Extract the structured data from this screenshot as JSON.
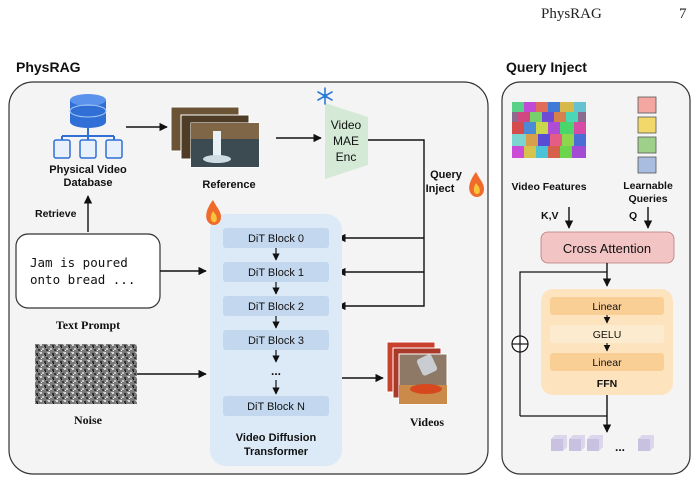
{
  "header": {
    "running_title": "PhysRAG",
    "page_number": "7"
  },
  "left_panel": {
    "title": "PhysRAG",
    "database_label": [
      "Physical Video",
      "Database"
    ],
    "reference_label": "Reference",
    "encoder_label": [
      "Video",
      "MAE",
      "Enc"
    ],
    "query_inject_label": [
      "Query",
      "Inject"
    ],
    "retrieve_label": "Retrieve",
    "prompt_text": [
      "Jam is poured",
      "onto bread ..."
    ],
    "prompt_caption": "Text Prompt",
    "noise_caption": "Noise",
    "dit_blocks": [
      "DiT Block 0",
      "DiT Block 1",
      "DiT Block 2",
      "DiT Block 3",
      "...",
      "DiT Block N"
    ],
    "dit_caption": [
      "Video Diffusion",
      "Transformer"
    ],
    "videos_caption": "Videos"
  },
  "right_panel": {
    "title": "Query Inject",
    "video_features_label": "Video Features",
    "learnable_queries_label": [
      "Learnable",
      "Queries"
    ],
    "kv_label": "K,V",
    "q_label": "Q",
    "cross_attention_label": "Cross Attention",
    "ffn_layers": [
      "Linear",
      "GELU",
      "Linear"
    ],
    "ffn_caption": "FFN",
    "output_ellipsis": "...",
    "query_colors": [
      "#f4a6a0",
      "#f2d86a",
      "#9fd08a",
      "#a9bde0"
    ]
  },
  "colors": {
    "panel_bg": "#f4f4f4",
    "dit_bg": "#dce9f7",
    "dit_block": "#c3d8ef",
    "encoder": "#d4ead6",
    "cross_attention": "#f3c4c4",
    "ffn_bg": "#fde4bf",
    "ffn_layer": "#f9cf95",
    "ffn_gelu": "#fcebcf"
  }
}
